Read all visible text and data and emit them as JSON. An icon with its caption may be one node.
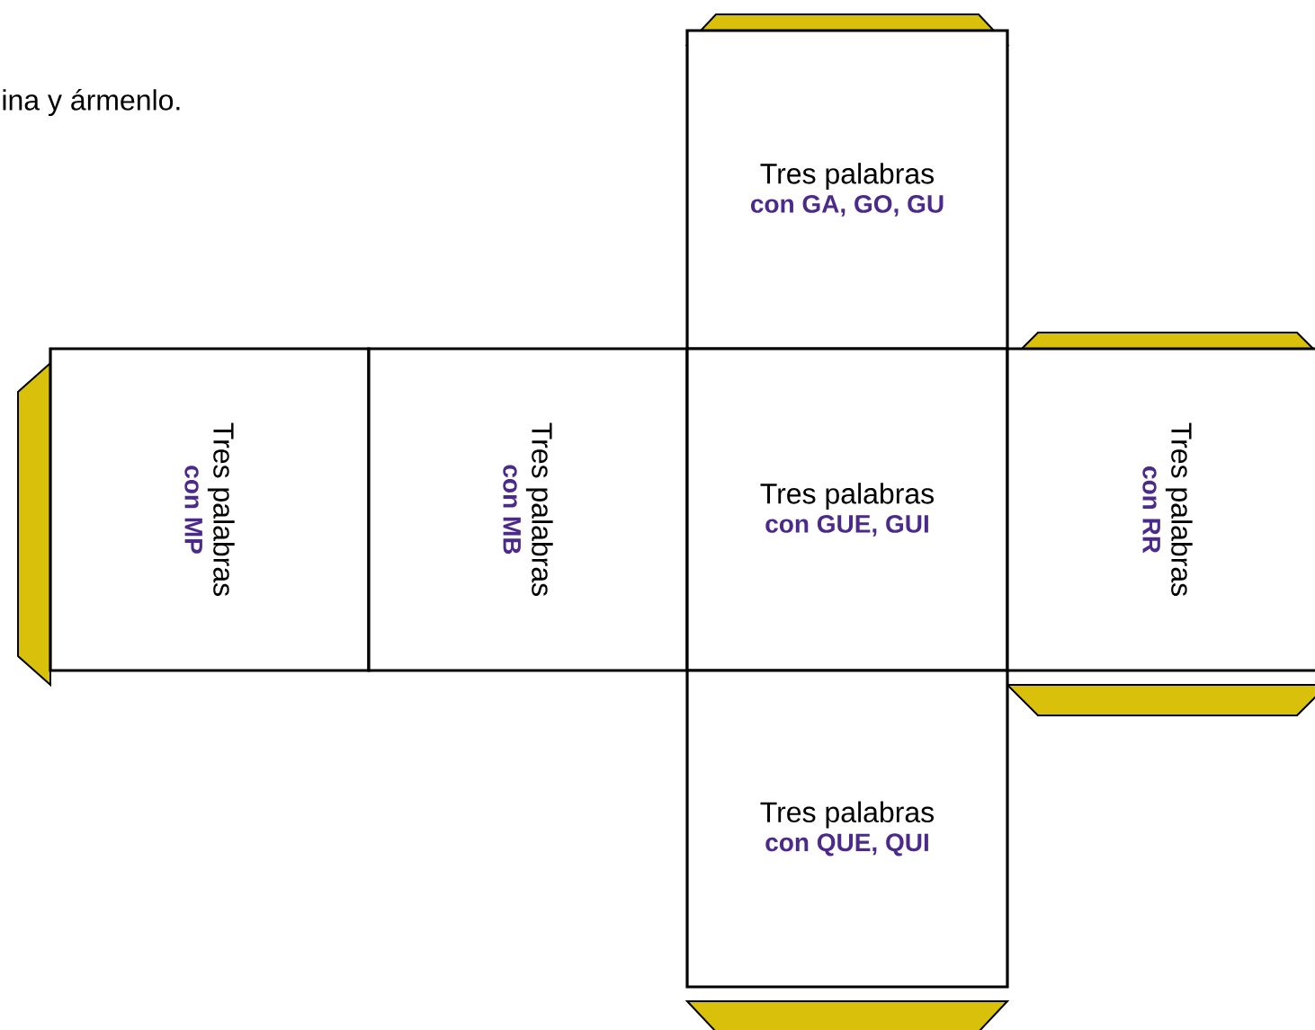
{
  "diagram": {
    "nodes": [
      {
        "text": [
          "Tres palabras",
          "con GA, GO, GU"
        ]
      },
      {
        "text": [
          "Tres palabras",
          "con MP"
        ]
      },
      {
        "text": [
          "Tres palabras",
          "con MB"
        ]
      },
      {
        "text": [
          "Tres palabras",
          "con GUE, GUI"
        ]
      },
      {
        "text": [
          "Tres palabras",
          "con RR"
        ]
      },
      {
        "text": [
          "Tres palabras",
          "con QUE, QUI"
        ]
      }
    ],
    "labels": [
      "ina y ármenlo."
    ]
  }
}
